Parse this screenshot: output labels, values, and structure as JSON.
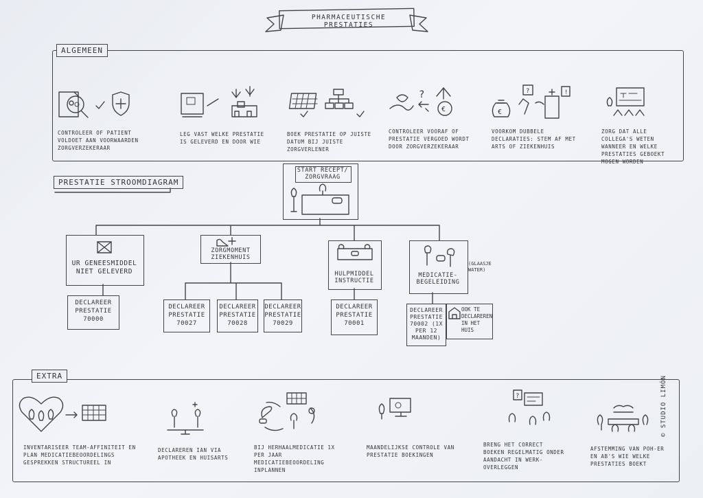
{
  "title": "PHARMACEUTISCHE PRESTATIES",
  "credit": "© STUDIO LIMÓN",
  "sections": {
    "algemeen": "ALGEMEEN",
    "flow": "PRESTATIE STROOMDIAGRAM",
    "extra": "EXTRA"
  },
  "algemeen_items": [
    {
      "text": "CONTROLEER OF PATIENT VOLDOET AAN VOORWAARDEN ZORGVERZEKERAAR",
      "icon": "magnifier-shield-icon"
    },
    {
      "text": "LEG VAST WELKE PRESTATIE IS GELEVERD EN DOOR WIE",
      "icon": "register-screen-icon"
    },
    {
      "text": "BOEK PRESTATIE OP JUISTE DATUM BIJ JUISTE ZORGVERLENER",
      "icon": "calendar-org-icon"
    },
    {
      "text": "CONTROLEER VOORAF OF PRESTATIE VERGOED WORDT DOOR ZORGVERZEKERAAR",
      "icon": "pills-money-icon"
    },
    {
      "text": "VOORKOM DUBBELE DECLARATIES: STEM AF MET ARTS OF ZIEKENHUIS",
      "icon": "money-hospital-icon"
    },
    {
      "text": "ZORG DAT ALLE COLLEGA'S WETEN WANNEER EN WELKE PRESTATIES GEBOEKT MOGEN WORDEN",
      "icon": "team-board-icon"
    }
  ],
  "start": {
    "label": "START RECEPT/ ZORGVRAAG"
  },
  "nodes": [
    {
      "label": "UR GENEESMIDDEL NIET GELEVERD",
      "codes": [
        "DECLAREER PRESTATIE 70000"
      ]
    },
    {
      "label": "ZORGMOMENT ZIEKENHUIS",
      "codes": [
        "DECLAREER PRESTATIE 70027",
        "DECLAREER PRESTATIE 70028",
        "DECLAREER PRESTATIE 70029"
      ]
    },
    {
      "label": "HULPMIDDEL INSTRUCTIE",
      "codes": [
        "DECLAREER PRESTATIE 70001"
      ]
    },
    {
      "label": "MEDICATIE-BEGELEIDING",
      "side_note": "(GLAASJE WATER)",
      "codes": [
        "DECLAREER PRESTATIE 70002 (1X PER 12 MAANDEN)"
      ],
      "extra_code": "OOK TE DECLAREREN IN HET HUIS"
    }
  ],
  "extra_items": [
    {
      "text": "INVENTARISEER TEAM-AFFINITEIT EN PLAN MEDICATIEBEOORDELINGS GESPREKKEN STRUCTUREEL IN",
      "icon": "heart-calendar-icon"
    },
    {
      "text": "DECLAREREN IAN VIA APOTHEEK EN HUISARTS",
      "icon": "balance-icon"
    },
    {
      "text": "BIJ HERHAALMEDICATIE 1X PER JAAR MEDICATIEBEOORDELING INPLANNEN",
      "icon": "cycle-calendar-icon"
    },
    {
      "text": "MAANDELIJKSE CONTROLE VAN PRESTATIE BOEKINGEN",
      "icon": "monitor-icon"
    },
    {
      "text": "BRENG HET CORRECT BOEKEN REGELMATIG ONDER AANDACHT IN WERK-OVERLEGGEN",
      "icon": "meeting-icon"
    },
    {
      "text": "AFSTEMMING VAN POH-ER EN AB'S WIE WELKE PRESTATIES BOEKT",
      "icon": "handshake-icon"
    }
  ]
}
